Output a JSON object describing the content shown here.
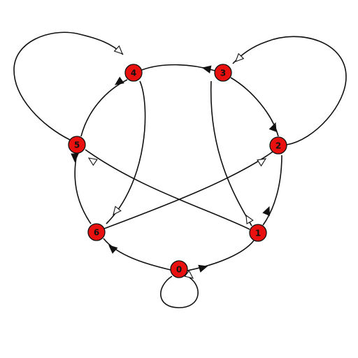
{
  "graph": {
    "node_color": "#e8110f",
    "edge_color": "#111111",
    "nodes": [
      {
        "id": "0",
        "label": "0"
      },
      {
        "id": "1",
        "label": "1"
      },
      {
        "id": "2",
        "label": "2"
      },
      {
        "id": "3",
        "label": "3"
      },
      {
        "id": "4",
        "label": "4"
      },
      {
        "id": "5",
        "label": "5"
      },
      {
        "id": "6",
        "label": "6"
      }
    ],
    "edges": [
      {
        "from": "0",
        "to": "0",
        "arrow": "hollow"
      },
      {
        "from": "0",
        "to": "1",
        "arrow": "filled"
      },
      {
        "from": "0",
        "to": "6",
        "arrow": "filled"
      },
      {
        "from": "1",
        "to": "2",
        "arrow": "filled"
      },
      {
        "from": "1",
        "to": "3",
        "arrow": "hollow"
      },
      {
        "from": "1",
        "to": "5",
        "arrow": "hollow"
      },
      {
        "from": "2",
        "to": "3",
        "arrow": "filled"
      },
      {
        "from": "2",
        "to": "3",
        "arrow": "hollow"
      },
      {
        "from": "6",
        "to": "2",
        "arrow": "hollow"
      },
      {
        "from": "3",
        "to": "4",
        "arrow": "filled"
      },
      {
        "from": "4",
        "to": "5",
        "arrow": "filled"
      },
      {
        "from": "5",
        "to": "4",
        "arrow": "hollow"
      },
      {
        "from": "4",
        "to": "6",
        "arrow": "hollow"
      },
      {
        "from": "5",
        "to": "6",
        "arrow": "filled"
      }
    ]
  }
}
